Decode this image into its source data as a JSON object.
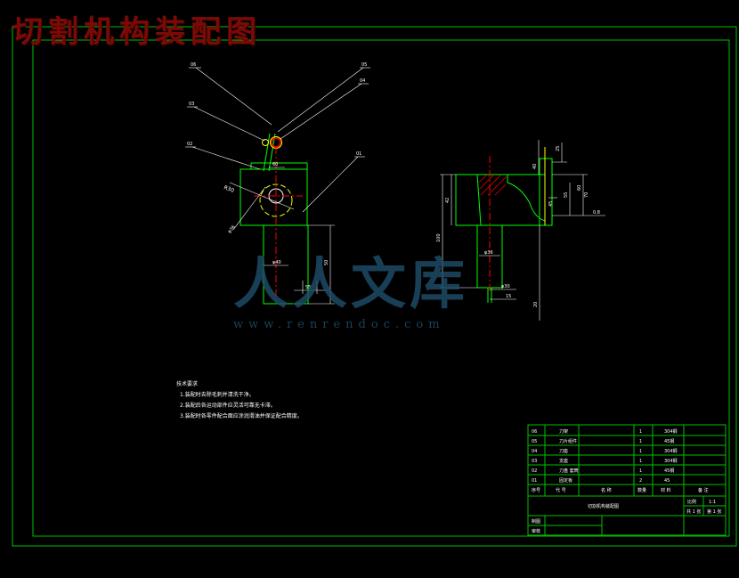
{
  "title": "切割机构装配图",
  "watermark": {
    "brand": "人人文库",
    "url": "www.renrendoc.com"
  },
  "colors": {
    "frame": "#00c000",
    "part": "#00ff00",
    "center": "#ff0000",
    "dim": "#ffffff",
    "highlight": "#ffff00",
    "title": "#7a0a06",
    "watermark": "#1f4e6a"
  },
  "notes": {
    "heading": "技术要求",
    "items": [
      "1.装配时去除毛刺并清洗干净。",
      "2.装配后各运动部件应灵活可靠无卡滞。",
      "3.装配时各零件配合面应涂润滑油并保证配合精度。"
    ]
  },
  "balloons": [
    "06",
    "05",
    "04",
    "03",
    "02",
    "01"
  ],
  "dimensions": {
    "left": [
      "R30",
      "φ36",
      "φ40",
      "50",
      "55",
      "60"
    ],
    "right": [
      "42",
      "100",
      "φ36",
      "φ30",
      "15",
      "20",
      "25",
      "40",
      "45",
      "55",
      "60",
      "70",
      "0.8"
    ]
  },
  "bom": {
    "rows": [
      {
        "no": "06",
        "name": "刀架",
        "qty": "1",
        "material": "304钢"
      },
      {
        "no": "05",
        "name": "刀片组件",
        "qty": "1",
        "material": "45钢"
      },
      {
        "no": "04",
        "name": "刀座",
        "qty": "1",
        "material": "304钢"
      },
      {
        "no": "03",
        "name": "支座",
        "qty": "1",
        "material": "304钢"
      },
      {
        "no": "02",
        "name": "刀盘 套筒",
        "qty": "1",
        "material": "45钢"
      },
      {
        "no": "01",
        "name": "固定板",
        "qty": "2",
        "material": "45"
      }
    ],
    "header": {
      "no": "序号",
      "code": "代 号",
      "name": "名 称",
      "qty": "数量",
      "material": "材 料",
      "remark": "备 注"
    },
    "drawing_name": "切割机构装配图",
    "scale_label": "比例",
    "scale": "1:1",
    "sheet_label": "共 1 张",
    "sheet": "第 1 张",
    "designer_label": "制图",
    "checker_label": "审核"
  }
}
